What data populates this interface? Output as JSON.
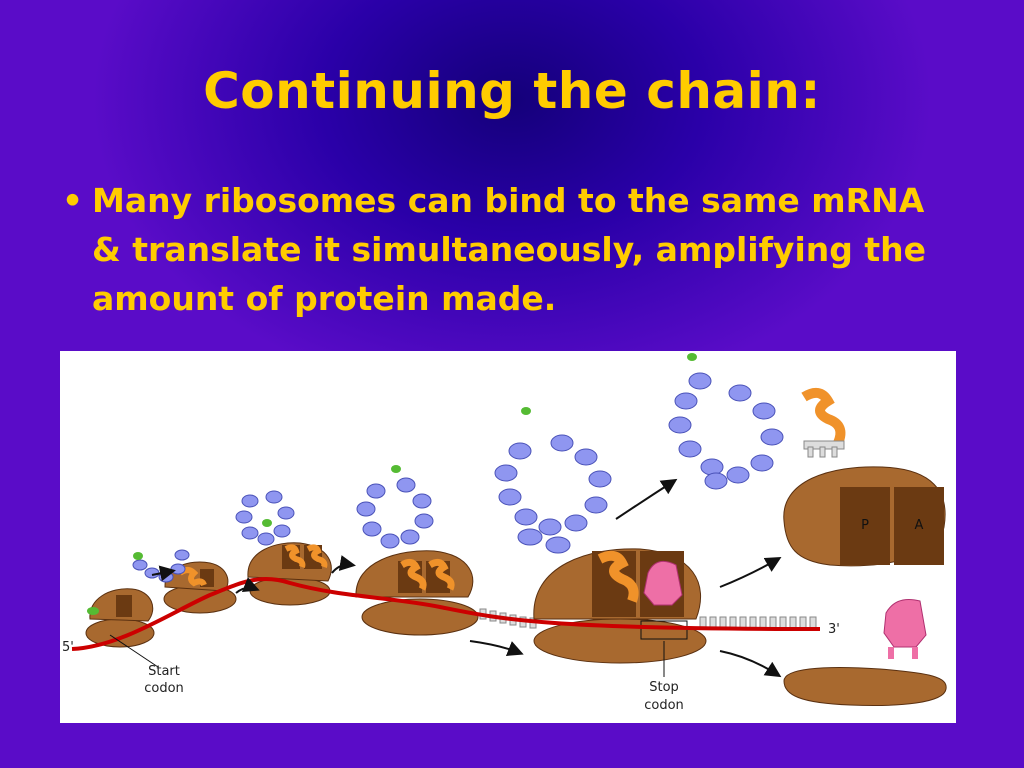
{
  "slide": {
    "title": "Continuing the chain:",
    "bullet_marker": "•",
    "bullet_text": "Many ribosomes can bind to the same mRNA & translate it simultaneously, amplifying the amount of protein made."
  },
  "figure": {
    "label_5prime": "5'",
    "label_3prime": "3'",
    "start_codon_line1": "Start",
    "start_codon_line2": "codon",
    "stop_codon_line1": "Stop",
    "stop_codon_line2": "codon",
    "site_p": "P",
    "site_a": "A",
    "colors": {
      "ribosome": "#a8692f",
      "ribosome_dark": "#6b3a12",
      "mrna": "#cc0000",
      "protein_bead": "#8f96f0",
      "trna": "#f0922a",
      "release_factor": "#ee6fa6",
      "start_aa": "#55bb33"
    }
  }
}
